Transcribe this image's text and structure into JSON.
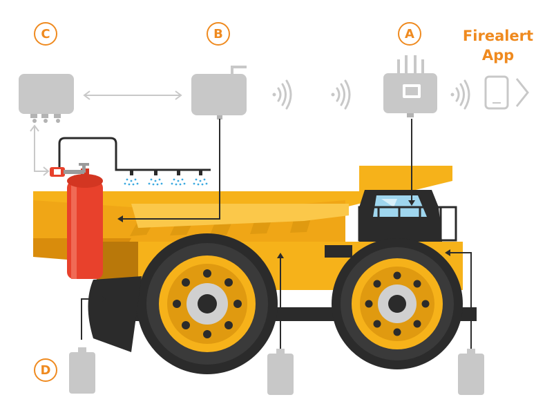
{
  "labels": {
    "a": "A",
    "b": "B",
    "c": "C",
    "d": "D"
  },
  "app": {
    "line1": "Firealert",
    "line2": "App"
  },
  "colors": {
    "accent": "#ef8a1f",
    "device": "#c8c8c8",
    "truck_body": "#f6b21a",
    "truck_dark": "#e09a10",
    "tire": "#2b2b2b",
    "extinguisher": "#e8412c",
    "water": "#3aa9e0"
  },
  "icons": [
    "wifi-icon",
    "phone-icon",
    "chevron-right-icon",
    "nozzle-icon",
    "valve-icon"
  ]
}
